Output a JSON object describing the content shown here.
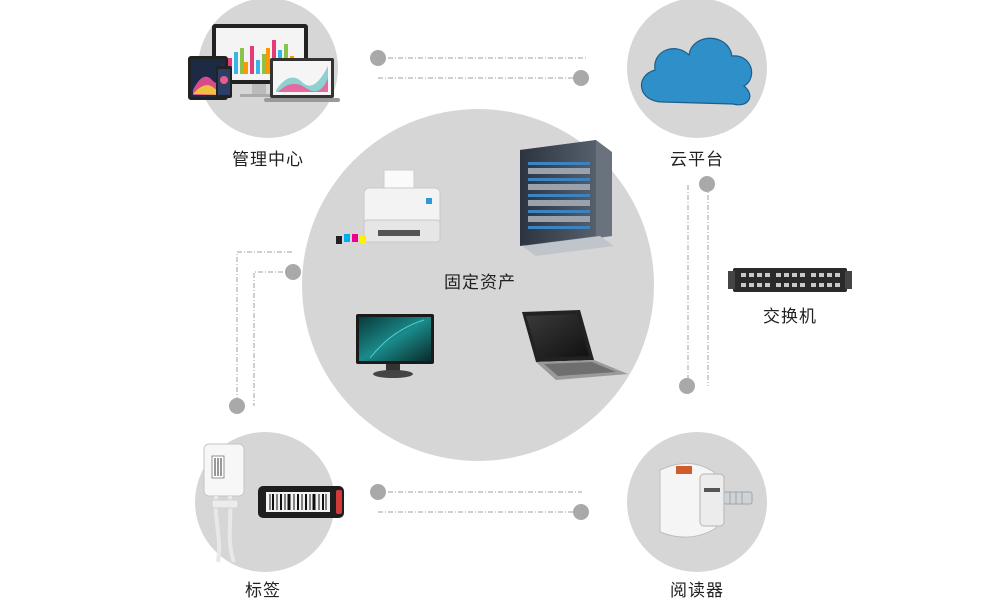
{
  "labels": {
    "center": "固定资产",
    "management": "管理中心",
    "cloud": "云平台",
    "switch": "交换机",
    "tag": "标签",
    "reader": "阅读器"
  },
  "colors": {
    "circle": "#d6d6d6",
    "dot": "#a9a9a9",
    "line": "#a0a0a0",
    "cloud": "#2f8fc9",
    "text": "#222222"
  },
  "icons": [
    "monitor-icon",
    "tablet-icon",
    "phone-icon",
    "laptop-icon",
    "cloud-icon",
    "printer-icon",
    "server-icon",
    "desktop-monitor-icon",
    "laptop-icon",
    "network-switch-icon",
    "barcode-tag-icon",
    "rfid-tag-icon",
    "rfid-reader-icon"
  ]
}
